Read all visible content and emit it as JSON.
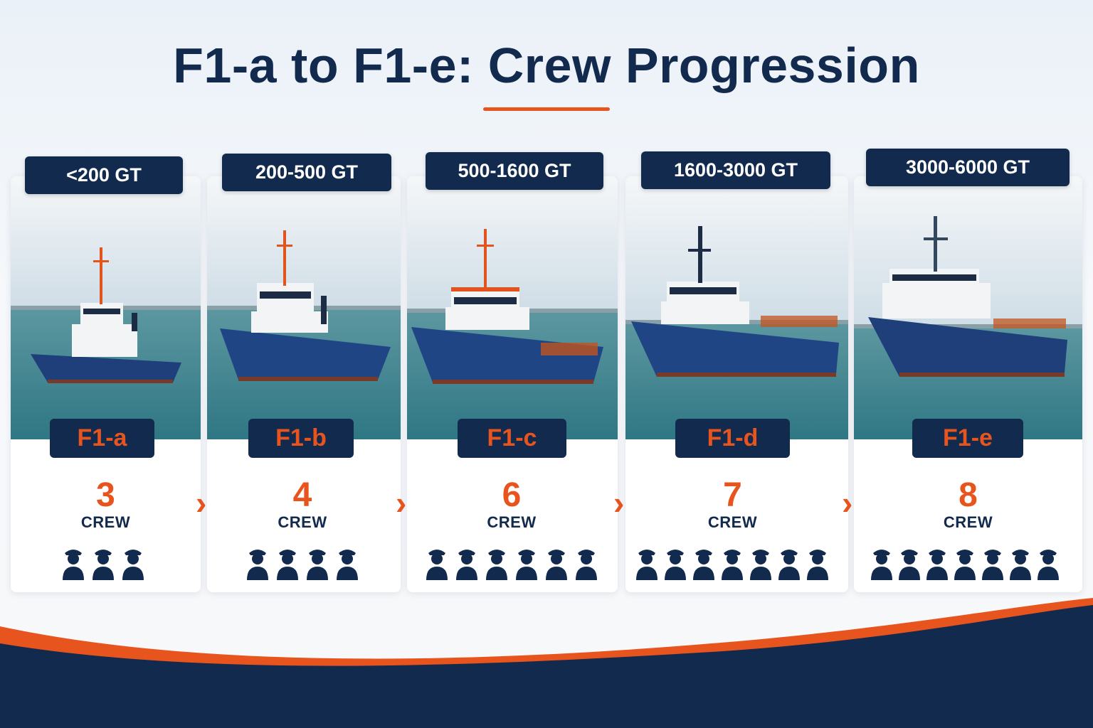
{
  "title": "F1-a to F1-e: Crew Progression",
  "colors": {
    "navy": "#122a4e",
    "orange": "#e8541e",
    "hull": "#1f4585",
    "sea": "#4b8e96"
  },
  "arrow_glyph": "›",
  "cards": [
    {
      "gt": "<200 GT",
      "class": "F1-a",
      "crew": 3,
      "crew_label": "CREW",
      "ship_icon": "tugboat-photo"
    },
    {
      "gt": "200-500 GT",
      "class": "F1-b",
      "crew": 4,
      "crew_label": "CREW",
      "ship_icon": "tugboat-photo"
    },
    {
      "gt": "500-1600 GT",
      "class": "F1-c",
      "crew": 6,
      "crew_label": "CREW",
      "ship_icon": "supply-vessel-photo"
    },
    {
      "gt": "1600-3000 GT",
      "class": "F1-d",
      "crew": 7,
      "crew_label": "CREW",
      "ship_icon": "supply-vessel-photo"
    },
    {
      "gt": "3000-6000 GT",
      "class": "F1-e",
      "crew": 8,
      "crew_label": "CREW",
      "ship_icon": "supply-vessel-photo"
    }
  ]
}
